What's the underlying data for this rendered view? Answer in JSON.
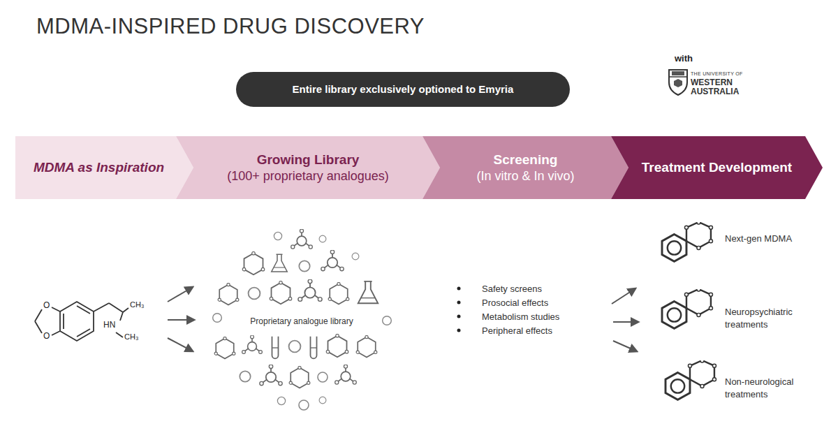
{
  "diagram": {
    "title": "MDMA-INSPIRED DRUG DISCOVERY",
    "nodes": [
      {
        "text": [
          "Entire library exclusively optioned to Emyria"
        ]
      },
      {
        "text": [
          "MDMA as Inspiration"
        ]
      },
      {
        "text": [
          "Growing Library",
          "(100+ proprietary analogues)"
        ]
      },
      {
        "text": [
          "Screening",
          "(In vitro & In vivo)"
        ]
      },
      {
        "text": [
          "Treatment Development"
        ]
      },
      {
        "text": [
          "Proprietary analogue library"
        ]
      }
    ],
    "labels": [
      "with",
      "THE UNIVERSITY OF",
      "WESTERN",
      "AUSTRALIA",
      "O",
      "O",
      "CH₃",
      "HN",
      "CH₃",
      "Safety screens",
      "Prosocial effects",
      "Metabolism studies",
      "Peripheral effects",
      "Next-gen MDMA",
      "Neuropsychiatric treatments",
      "Non-neurological treatments"
    ]
  }
}
